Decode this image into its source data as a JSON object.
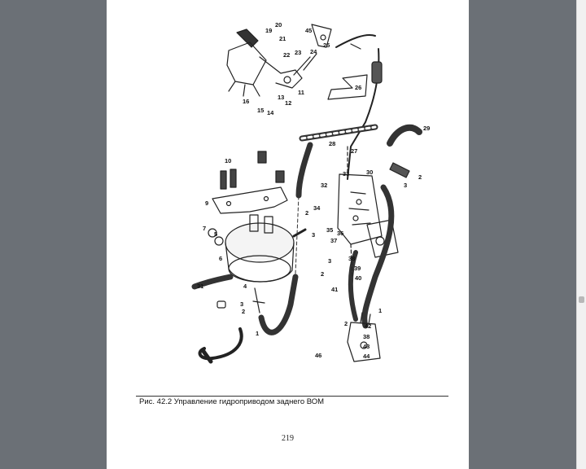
{
  "document": {
    "caption": "Рис. 42.2 Управление гидроприводом заднего ВОМ",
    "page_number": "219"
  },
  "diagram": {
    "callouts": [
      {
        "label": "20"
      },
      {
        "label": "19"
      },
      {
        "label": "21"
      },
      {
        "label": "45"
      },
      {
        "label": "25"
      },
      {
        "label": "22"
      },
      {
        "label": "23"
      },
      {
        "label": "24"
      },
      {
        "label": "26"
      },
      {
        "label": "16"
      },
      {
        "label": "15"
      },
      {
        "label": "14"
      },
      {
        "label": "13"
      },
      {
        "label": "12"
      },
      {
        "label": "11"
      },
      {
        "label": "29"
      },
      {
        "label": "28"
      },
      {
        "label": "27"
      },
      {
        "label": "2"
      },
      {
        "label": "3"
      },
      {
        "label": "10"
      },
      {
        "label": "30"
      },
      {
        "label": "33"
      },
      {
        "label": "32"
      },
      {
        "label": "9"
      },
      {
        "label": "34"
      },
      {
        "label": "2"
      },
      {
        "label": "3"
      },
      {
        "label": "35"
      },
      {
        "label": "36"
      },
      {
        "label": "7"
      },
      {
        "label": "5"
      },
      {
        "label": "6"
      },
      {
        "label": "37"
      },
      {
        "label": "38"
      },
      {
        "label": "3"
      },
      {
        "label": "39"
      },
      {
        "label": "2"
      },
      {
        "label": "40"
      },
      {
        "label": "31"
      },
      {
        "label": "4"
      },
      {
        "label": "41"
      },
      {
        "label": "3"
      },
      {
        "label": "1"
      },
      {
        "label": "2"
      },
      {
        "label": "2"
      },
      {
        "label": "42"
      },
      {
        "label": "1"
      },
      {
        "label": "38"
      },
      {
        "label": "43"
      },
      {
        "label": "46"
      },
      {
        "label": "44"
      }
    ]
  }
}
